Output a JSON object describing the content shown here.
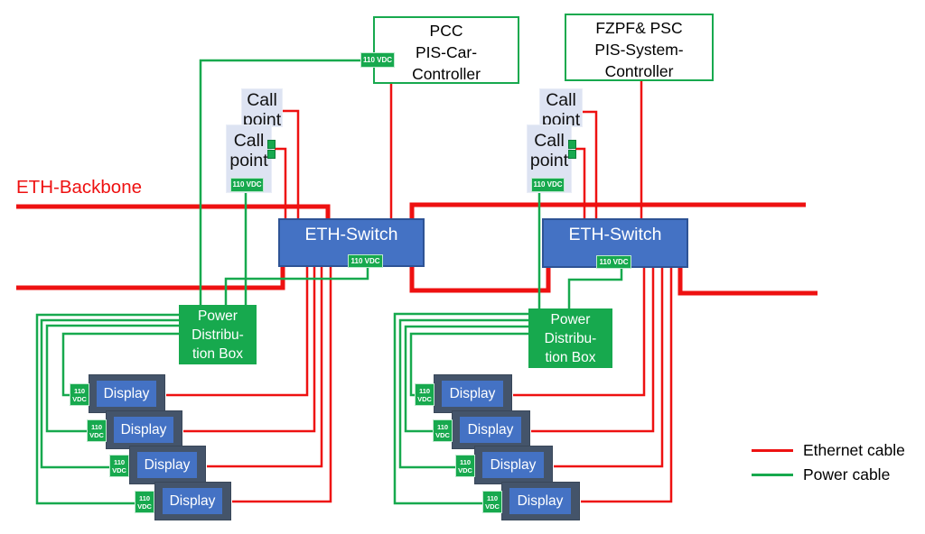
{
  "backbone_label": "ETH-Backbone",
  "controllers": {
    "pcc": [
      "PCC",
      "PIS-Car-",
      "Controller"
    ],
    "system": [
      "FZPF& PSC",
      "PIS-System-",
      "Controller"
    ]
  },
  "switch_label": "ETH-Switch",
  "call_point": [
    "Call",
    "point"
  ],
  "power_box": [
    "Power",
    "Distribu-",
    "tion Box"
  ],
  "display_label": "Display",
  "vdc": "110 VDC",
  "vdc2": [
    "110",
    "VDC"
  ],
  "legend": [
    {
      "label": "Ethernet cable",
      "color": "#ee1111"
    },
    {
      "label": "Power cable",
      "color": "#17a94e"
    }
  ],
  "colors": {
    "ethernet": "#ee1111",
    "power": "#17a94e",
    "switch_fill": "#4472c4",
    "display_frame": "#44546a",
    "callpoint_bg": "#dde3f2"
  }
}
